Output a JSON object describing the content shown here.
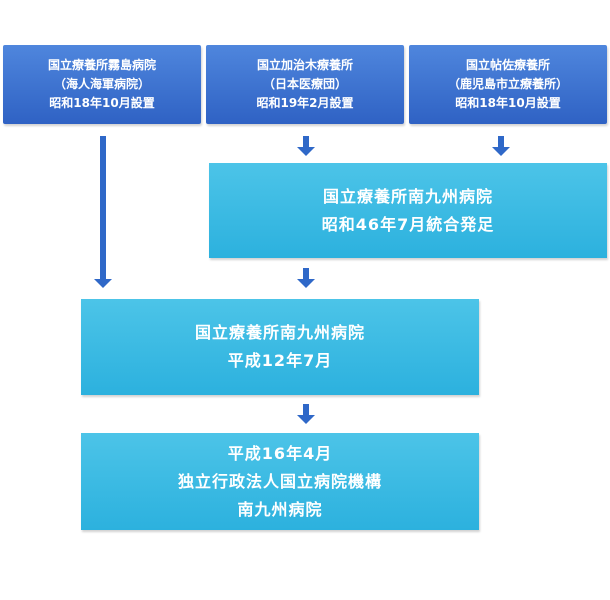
{
  "origins": [
    {
      "name": "国立療養所霧島病院",
      "note": "（海人海軍病院）",
      "date": "昭和18年10月設置"
    },
    {
      "name": "国立加治木療養所",
      "note": "（日本医療団）",
      "date": "昭和19年2月設置"
    },
    {
      "name": "国立帖佐療養所",
      "note": "（鹿児島市立療養所）",
      "date": "昭和18年10月設置"
    }
  ],
  "merger": {
    "line1": "国立療養所南九州病院",
    "line2": "昭和46年7月統合発足"
  },
  "integration": {
    "line1": "国立療養所南九州病院",
    "line2": "平成12年7月"
  },
  "current": {
    "line1": "平成16年4月",
    "line2": "独立行政法人国立病院機構",
    "line3": "南九州病院"
  },
  "colors": {
    "top_box": "#3b72d2",
    "lower_box": "#36b8e2",
    "arrow": "#2f68c8"
  }
}
